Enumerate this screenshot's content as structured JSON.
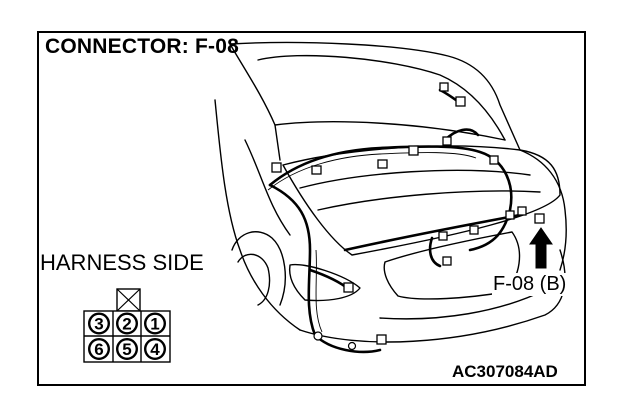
{
  "title": "CONNECTOR: F-08",
  "harness_label": "HARNESS SIDE",
  "connector_label": "F-08 (B)",
  "figure_code": "AC307084AD",
  "connector_pins": {
    "top_row": [
      "3",
      "2",
      "1"
    ],
    "bottom_row": [
      "6",
      "5",
      "4"
    ]
  },
  "colors": {
    "line": "#000000",
    "background": "#ffffff"
  }
}
